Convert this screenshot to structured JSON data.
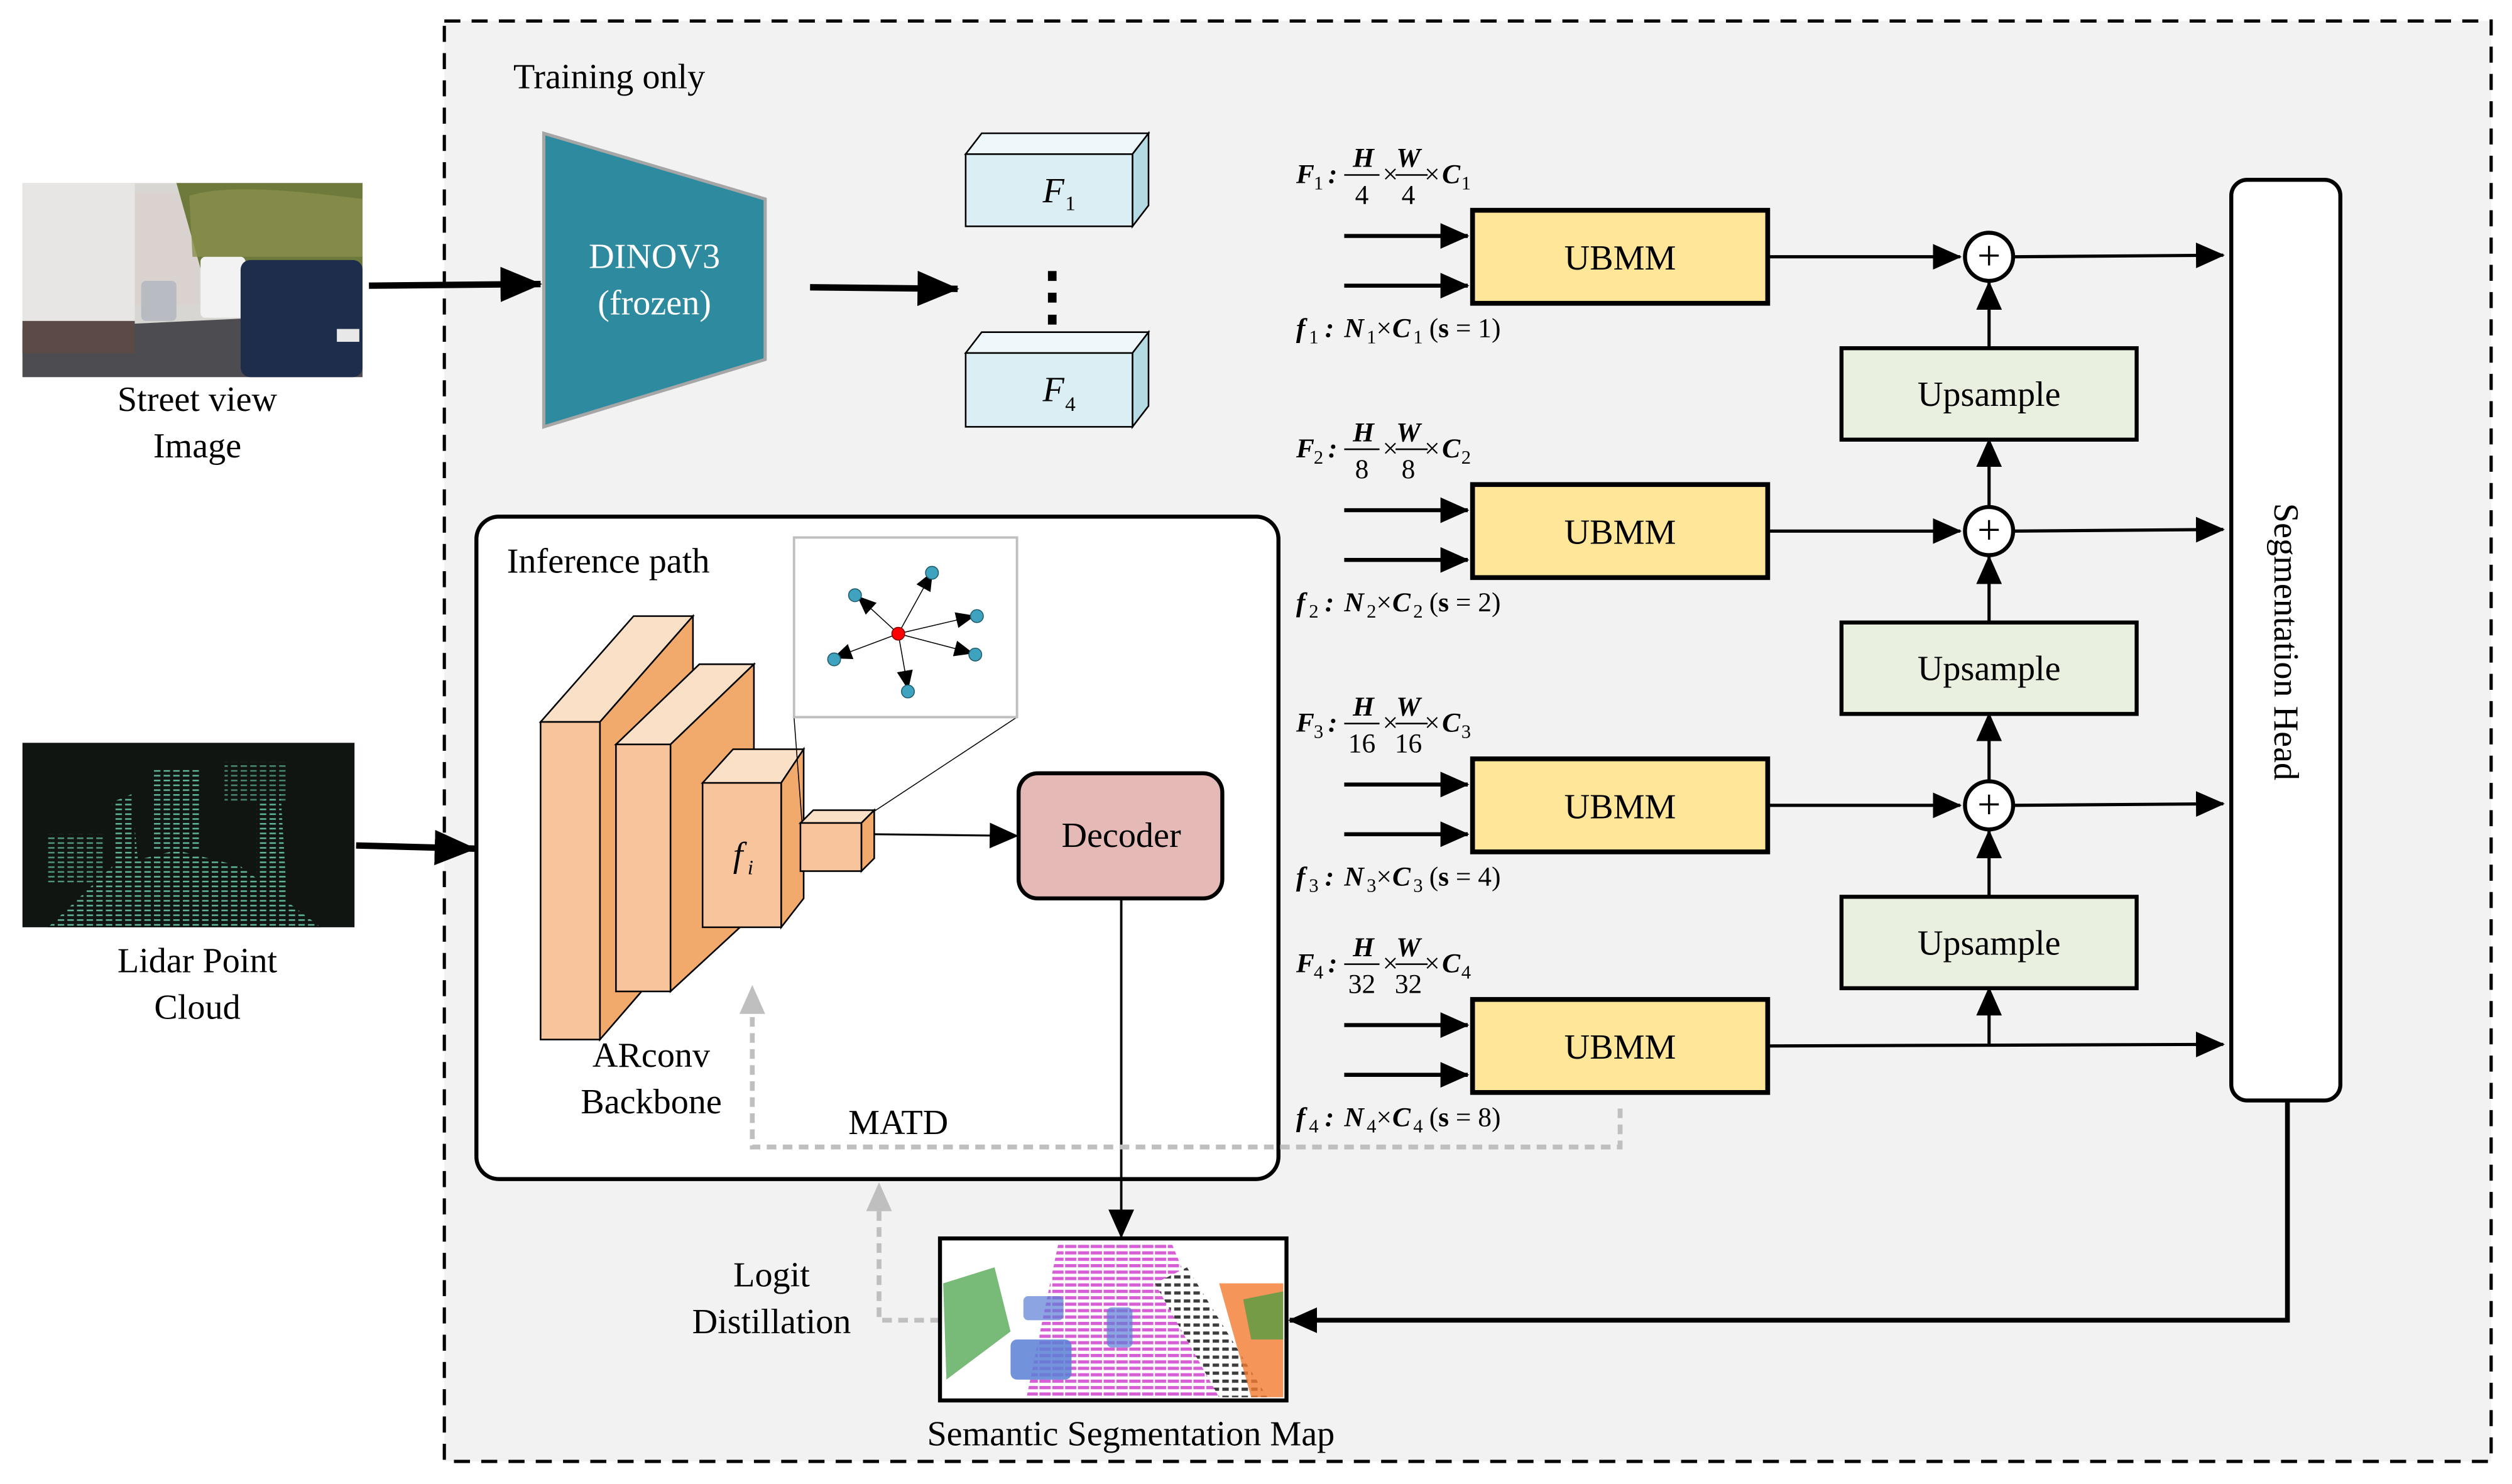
{
  "title": "Cross-modal distillation framework (DINOv3 teacher, ARconv student)",
  "colors": {
    "training_region_bg": "#f2f2f2",
    "dinov3": "#2e8a9e",
    "feature_box": "#dbeef4",
    "feature_box_side": "#b4dae3",
    "ubmm": "#ffe699",
    "upsample": "#e9f0df",
    "decoder": "#e4b9b6",
    "backbone_front": "#f8c49c",
    "backbone_side": "#f2a96c",
    "backbone_top": "#fbe0c8",
    "distill_line": "#bfbfbf",
    "center_point": "#ff0000",
    "neighbor_point": "#3fa3c0"
  },
  "inputs": {
    "street_view": {
      "label_line1": "Street view",
      "label_line2": "Image"
    },
    "lidar": {
      "label_line1": "Lidar Point",
      "label_line2": "Cloud"
    }
  },
  "training": {
    "region_label": "Training only",
    "teacher": {
      "line1": "DINOV3",
      "line2": "(frozen)"
    },
    "features": [
      {
        "name": "F",
        "sub": "1"
      },
      {
        "name": "F",
        "sub": "4"
      }
    ],
    "ellipsis": "⋮"
  },
  "inference": {
    "region_label": "Inference path",
    "backbone": {
      "line1": "ARconv",
      "line2": "Backbone"
    },
    "feature_label": {
      "name": "f",
      "sub": "i"
    },
    "decoder": "Decoder",
    "matd": "MATD"
  },
  "stages": [
    {
      "F": "F",
      "F_sub": "1",
      "H_den": "4",
      "W_den": "4",
      "C_sub": "1",
      "f": "f",
      "f_sub": "1",
      "N_sub": "1",
      "s": "1",
      "block": "UBMM"
    },
    {
      "F": "F",
      "F_sub": "2",
      "H_den": "8",
      "W_den": "8",
      "C_sub": "2",
      "f": "f",
      "f_sub": "2",
      "N_sub": "2",
      "s": "2",
      "block": "UBMM"
    },
    {
      "F": "F",
      "F_sub": "3",
      "H_den": "16",
      "W_den": "16",
      "C_sub": "3",
      "f": "f",
      "f_sub": "3",
      "N_sub": "3",
      "s": "4",
      "block": "UBMM"
    },
    {
      "F": "F",
      "F_sub": "4",
      "H_den": "32",
      "W_den": "32",
      "C_sub": "4",
      "f": "f",
      "f_sub": "4",
      "N_sub": "4",
      "s": "8",
      "block": "UBMM"
    }
  ],
  "formula_tokens": {
    "H": "H",
    "W": "W",
    "C": "C",
    "N": "N",
    "colon": ":",
    "times": "×",
    "s": "s",
    "eq": "="
  },
  "upsample_label": "Upsample",
  "plus_symbol": "+",
  "segmentation_head": "Segmentation Head",
  "output": {
    "label": "Semantic Segmentation Map"
  },
  "logit_distillation": {
    "line1": "Logit",
    "line2": "Distillation"
  }
}
